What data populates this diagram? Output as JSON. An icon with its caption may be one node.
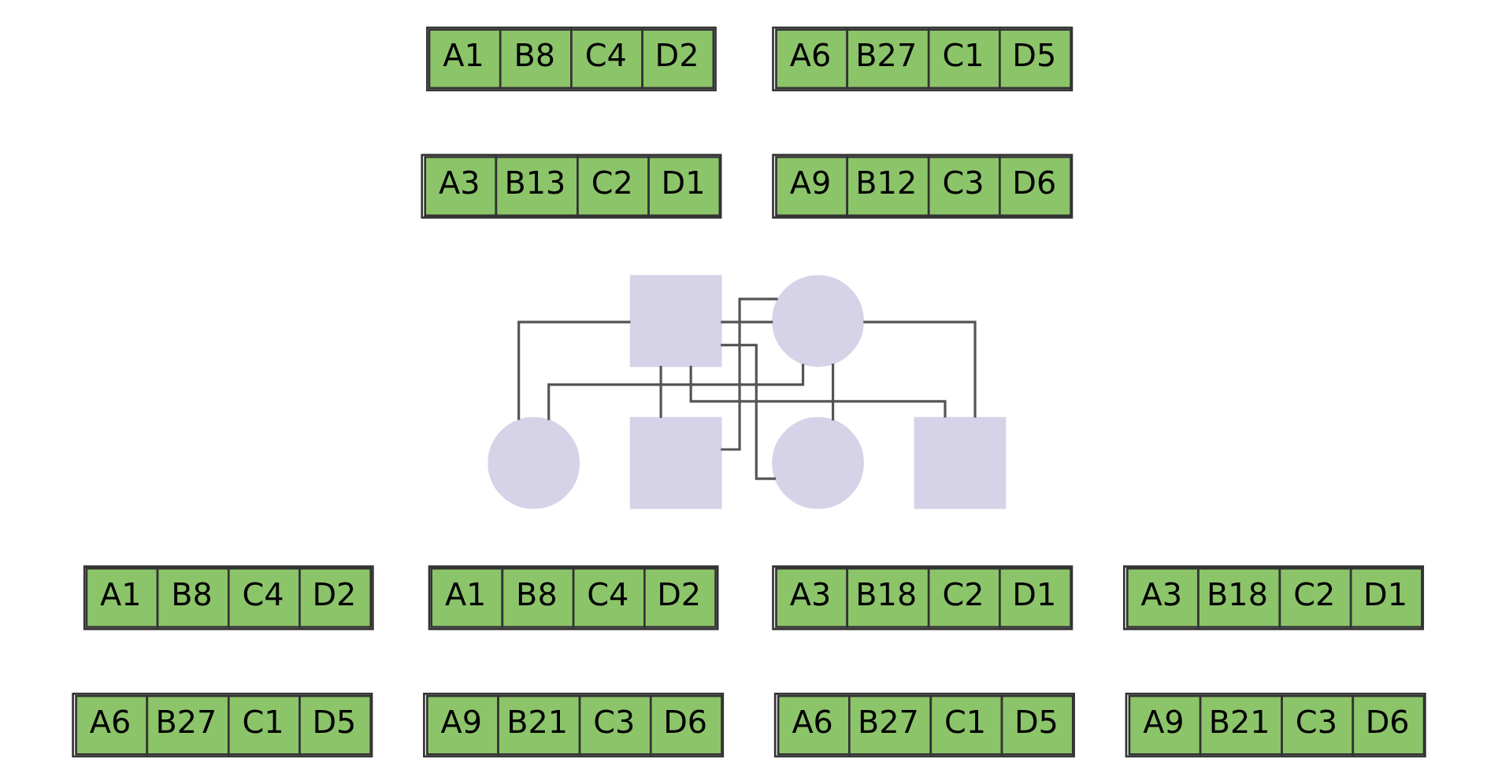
{
  "diagram": {
    "nodes": [
      {
        "text": [
          "A1",
          "B8",
          "C4",
          "D2"
        ]
      },
      {
        "text": [
          "A6",
          "B27",
          "C1",
          "D5"
        ]
      },
      {
        "text": [
          "A3",
          "B13",
          "C2",
          "D1"
        ]
      },
      {
        "text": [
          "A9",
          "B12",
          "C3",
          "D6"
        ]
      },
      {
        "text": [],
        "shape": "box"
      },
      {
        "text": [],
        "shape": "circle"
      },
      {
        "text": [],
        "shape": "circle"
      },
      {
        "text": [],
        "shape": "box"
      },
      {
        "text": [],
        "shape": "circle"
      },
      {
        "text": [],
        "shape": "box"
      },
      {
        "text": [
          "A1",
          "B8",
          "C4",
          "D2"
        ]
      },
      {
        "text": [
          "A1",
          "B8",
          "C4",
          "D2"
        ]
      },
      {
        "text": [
          "A3",
          "B18",
          "C2",
          "D1"
        ]
      },
      {
        "text": [
          "A3",
          "B18",
          "C2",
          "D1"
        ]
      },
      {
        "text": [
          "A6",
          "B27",
          "C1",
          "D5"
        ]
      },
      {
        "text": [
          "A9",
          "B21",
          "C3",
          "D6"
        ]
      },
      {
        "text": [
          "A6",
          "B27",
          "C1",
          "D5"
        ]
      },
      {
        "text": [
          "A9",
          "B21",
          "C3",
          "D6"
        ]
      }
    ],
    "edges": [
      {
        "from": 4,
        "to": 5,
        "arrow": "none"
      },
      {
        "from": 4,
        "to": 6,
        "arrow": "none"
      },
      {
        "from": 5,
        "to": 6,
        "arrow": "none"
      },
      {
        "from": 4,
        "to": 7,
        "arrow": "none"
      },
      {
        "from": 5,
        "to": 7,
        "arrow": "none"
      },
      {
        "from": 4,
        "to": 8,
        "arrow": "none"
      },
      {
        "from": 5,
        "to": 8,
        "arrow": "none"
      },
      {
        "from": 4,
        "to": 9,
        "arrow": "none"
      },
      {
        "from": 5,
        "to": 9,
        "arrow": "none"
      }
    ]
  }
}
